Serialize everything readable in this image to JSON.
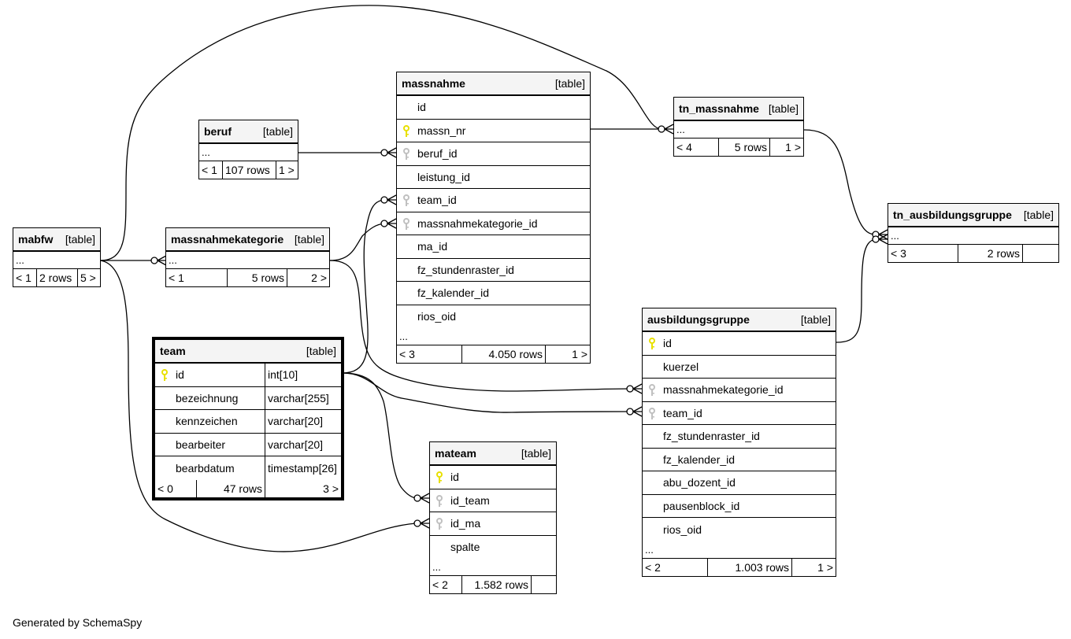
{
  "diagram": {
    "footer": "Generated by SchemaSpy",
    "table_tag": "[table]",
    "ellipsis": "...",
    "colors": {
      "pk_key": "#e8e000",
      "fk_key": "#c0c0c0",
      "header_bg": "#f4f4f4",
      "line": "#000000"
    },
    "tables": {
      "mabfw": {
        "name": "mabfw",
        "tag": "[table]",
        "ellipsis": "...",
        "parents": "< 1",
        "rows": "2 rows",
        "children": "5 >"
      },
      "beruf": {
        "name": "beruf",
        "tag": "[table]",
        "ellipsis": "...",
        "parents": "< 1",
        "rows": "107 rows",
        "children": "1 >"
      },
      "massnahmekategorie": {
        "name": "massnahmekategorie",
        "tag": "[table]",
        "ellipsis": "...",
        "parents": "< 1",
        "rows": "5 rows",
        "children": "2 >"
      },
      "massnahme": {
        "name": "massnahme",
        "tag": "[table]",
        "columns": [
          {
            "name": "id",
            "key": "none"
          },
          {
            "name": "massn_nr",
            "key": "pk"
          },
          {
            "name": "beruf_id",
            "key": "fk"
          },
          {
            "name": "leistung_id",
            "key": "none"
          },
          {
            "name": "team_id",
            "key": "fk"
          },
          {
            "name": "massnahmekategorie_id",
            "key": "fk"
          },
          {
            "name": "ma_id",
            "key": "none"
          },
          {
            "name": "fz_stundenraster_id",
            "key": "none"
          },
          {
            "name": "fz_kalender_id",
            "key": "none"
          },
          {
            "name": "rios_oid",
            "key": "none"
          }
        ],
        "ellipsis": "...",
        "parents": "< 3",
        "rows": "4.050 rows",
        "children": "1 >"
      },
      "tn_massnahme": {
        "name": "tn_massnahme",
        "tag": "[table]",
        "ellipsis": "...",
        "parents": "< 4",
        "rows": "5 rows",
        "children": "1 >"
      },
      "tn_ausbildungsgruppe": {
        "name": "tn_ausbildungsgruppe",
        "tag": "[table]",
        "ellipsis": "...",
        "parents": "< 3",
        "rows": "2 rows",
        "children": ""
      },
      "team": {
        "name": "team",
        "tag": "[table]",
        "columns": [
          {
            "name": "id",
            "type": "int[10]",
            "key": "pk"
          },
          {
            "name": "bezeichnung",
            "type": "varchar[255]",
            "key": "none"
          },
          {
            "name": "kennzeichen",
            "type": "varchar[20]",
            "key": "none"
          },
          {
            "name": "bearbeiter",
            "type": "varchar[20]",
            "key": "none"
          },
          {
            "name": "bearbdatum",
            "type": "timestamp[26]",
            "key": "none"
          }
        ],
        "parents": "< 0",
        "rows": "47 rows",
        "children": "3 >"
      },
      "mateam": {
        "name": "mateam",
        "tag": "[table]",
        "columns": [
          {
            "name": "id",
            "key": "pk"
          },
          {
            "name": "id_team",
            "key": "fk"
          },
          {
            "name": "id_ma",
            "key": "fk"
          },
          {
            "name": "spalte",
            "key": "none"
          }
        ],
        "ellipsis": "...",
        "parents": "< 2",
        "rows": "1.582 rows",
        "children": ""
      },
      "ausbildungsgruppe": {
        "name": "ausbildungsgruppe",
        "tag": "[table]",
        "columns": [
          {
            "name": "id",
            "key": "pk"
          },
          {
            "name": "kuerzel",
            "key": "none"
          },
          {
            "name": "massnahmekategorie_id",
            "key": "fk"
          },
          {
            "name": "team_id",
            "key": "fk"
          },
          {
            "name": "fz_stundenraster_id",
            "key": "none"
          },
          {
            "name": "fz_kalender_id",
            "key": "none"
          },
          {
            "name": "abu_dozent_id",
            "key": "none"
          },
          {
            "name": "pausenblock_id",
            "key": "none"
          },
          {
            "name": "rios_oid",
            "key": "none"
          }
        ],
        "ellipsis": "...",
        "parents": "< 2",
        "rows": "1.003 rows",
        "children": "1 >"
      }
    },
    "relationships": [
      {
        "from": "mabfw",
        "to": "massnahmekategorie",
        "cardinality": "zero-or-many"
      },
      {
        "from": "mabfw",
        "to": "tn_massnahme",
        "cardinality": "zero-or-many"
      },
      {
        "from": "mabfw",
        "to": "mateam.id_ma",
        "cardinality": "zero-or-many"
      },
      {
        "from": "beruf",
        "to": "massnahme.beruf_id",
        "cardinality": "zero-or-many"
      },
      {
        "from": "massnahmekategorie",
        "to": "massnahme.massnahmekategorie_id",
        "cardinality": "zero-or-many"
      },
      {
        "from": "massnahmekategorie",
        "to": "ausbildungsgruppe.massnahmekategorie_id",
        "cardinality": "zero-or-many"
      },
      {
        "from": "team.id",
        "to": "massnahme.team_id",
        "cardinality": "zero-or-many"
      },
      {
        "from": "team.id",
        "to": "ausbildungsgruppe.team_id",
        "cardinality": "zero-or-many"
      },
      {
        "from": "team.id",
        "to": "mateam.id_team",
        "cardinality": "zero-or-many"
      },
      {
        "from": "massnahme.massn_nr",
        "to": "tn_massnahme",
        "cardinality": "zero-or-many"
      },
      {
        "from": "tn_massnahme",
        "to": "tn_ausbildungsgruppe",
        "cardinality": "zero-or-many"
      },
      {
        "from": "ausbildungsgruppe.id",
        "to": "tn_ausbildungsgruppe",
        "cardinality": "zero-or-many"
      }
    ]
  }
}
